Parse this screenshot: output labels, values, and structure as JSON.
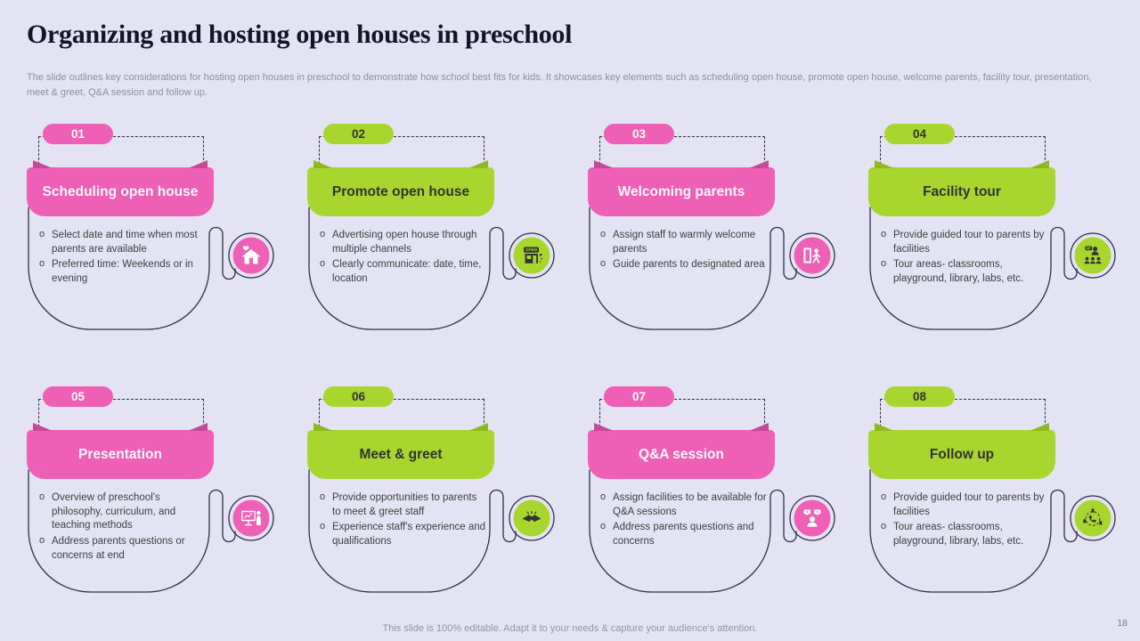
{
  "slide": {
    "title": "Organizing and hosting open houses in preschool",
    "subtitle": "The slide outlines key considerations for hosting open houses in preschool to demonstrate how school best fits for kids. It showcases key elements such as scheduling open house, promote open house, welcome parents, facility tour, presentation, meet & greet, Q&A session and follow up.",
    "footer": "This slide is 100% editable. Adapt it to your needs & capture your audience's attention.",
    "page_number": "18",
    "bullet_marker": "o"
  },
  "colors": {
    "background": "#E3E3F3",
    "pink_accent": "#EE60B6",
    "pink_fold": "#C94898",
    "green_accent": "#A8D62F",
    "green_fold": "#8FBA1F",
    "outline_stroke": "#2F2F4A",
    "body_text": "#404040",
    "title_text": "#15152A",
    "muted_text": "#8F90A2"
  },
  "cards": [
    {
      "number": "01",
      "title": "Scheduling open house",
      "theme": "pink",
      "icon": "house-heart-icon",
      "bullets": [
        "Select date and time when most parents are available",
        "Preferred time: Weekends or in evening"
      ]
    },
    {
      "number": "02",
      "title": "Promote open house",
      "theme": "green",
      "icon": "open-house-shop-icon",
      "icon_text": "OPEN",
      "bullets": [
        "Advertising open house through multiple channels",
        "Clearly communicate: date, time, location"
      ]
    },
    {
      "number": "03",
      "title": "Welcoming parents",
      "theme": "pink",
      "icon": "door-walking-person-icon",
      "bullets": [
        "Assign staff to warmly welcome parents",
        "Guide parents to designated area"
      ]
    },
    {
      "number": "04",
      "title": "Facility tour",
      "theme": "green",
      "icon": "tour-guide-group-icon",
      "bullets": [
        "Provide guided tour to parents by facilities",
        "Tour areas- classrooms, playground, library, labs, etc."
      ]
    },
    {
      "number": "05",
      "title": "Presentation",
      "theme": "pink",
      "icon": "presentation-board-icon",
      "bullets": [
        "Overview of preschool's philosophy, curriculum, and teaching methods",
        "Address parents questions or concerns at end"
      ]
    },
    {
      "number": "06",
      "title": "Meet & greet",
      "theme": "green",
      "icon": "handshake-icon",
      "bullets": [
        "Provide opportunities to parents to meet & greet staff",
        "Experience staff's experience and qualifications"
      ]
    },
    {
      "number": "07",
      "title": "Q&A session",
      "theme": "pink",
      "icon": "qa-speech-bubbles-icon",
      "bullets": [
        "Assign facilities to be available for Q&A sessions",
        "Address parents questions and concerns"
      ]
    },
    {
      "number": "08",
      "title": "Follow up",
      "theme": "green",
      "icon": "phone-follow-up-icon",
      "bullets": [
        "Provide guided tour to parents by facilities",
        "Tour areas- classrooms, playground, library, labs, etc."
      ]
    }
  ]
}
